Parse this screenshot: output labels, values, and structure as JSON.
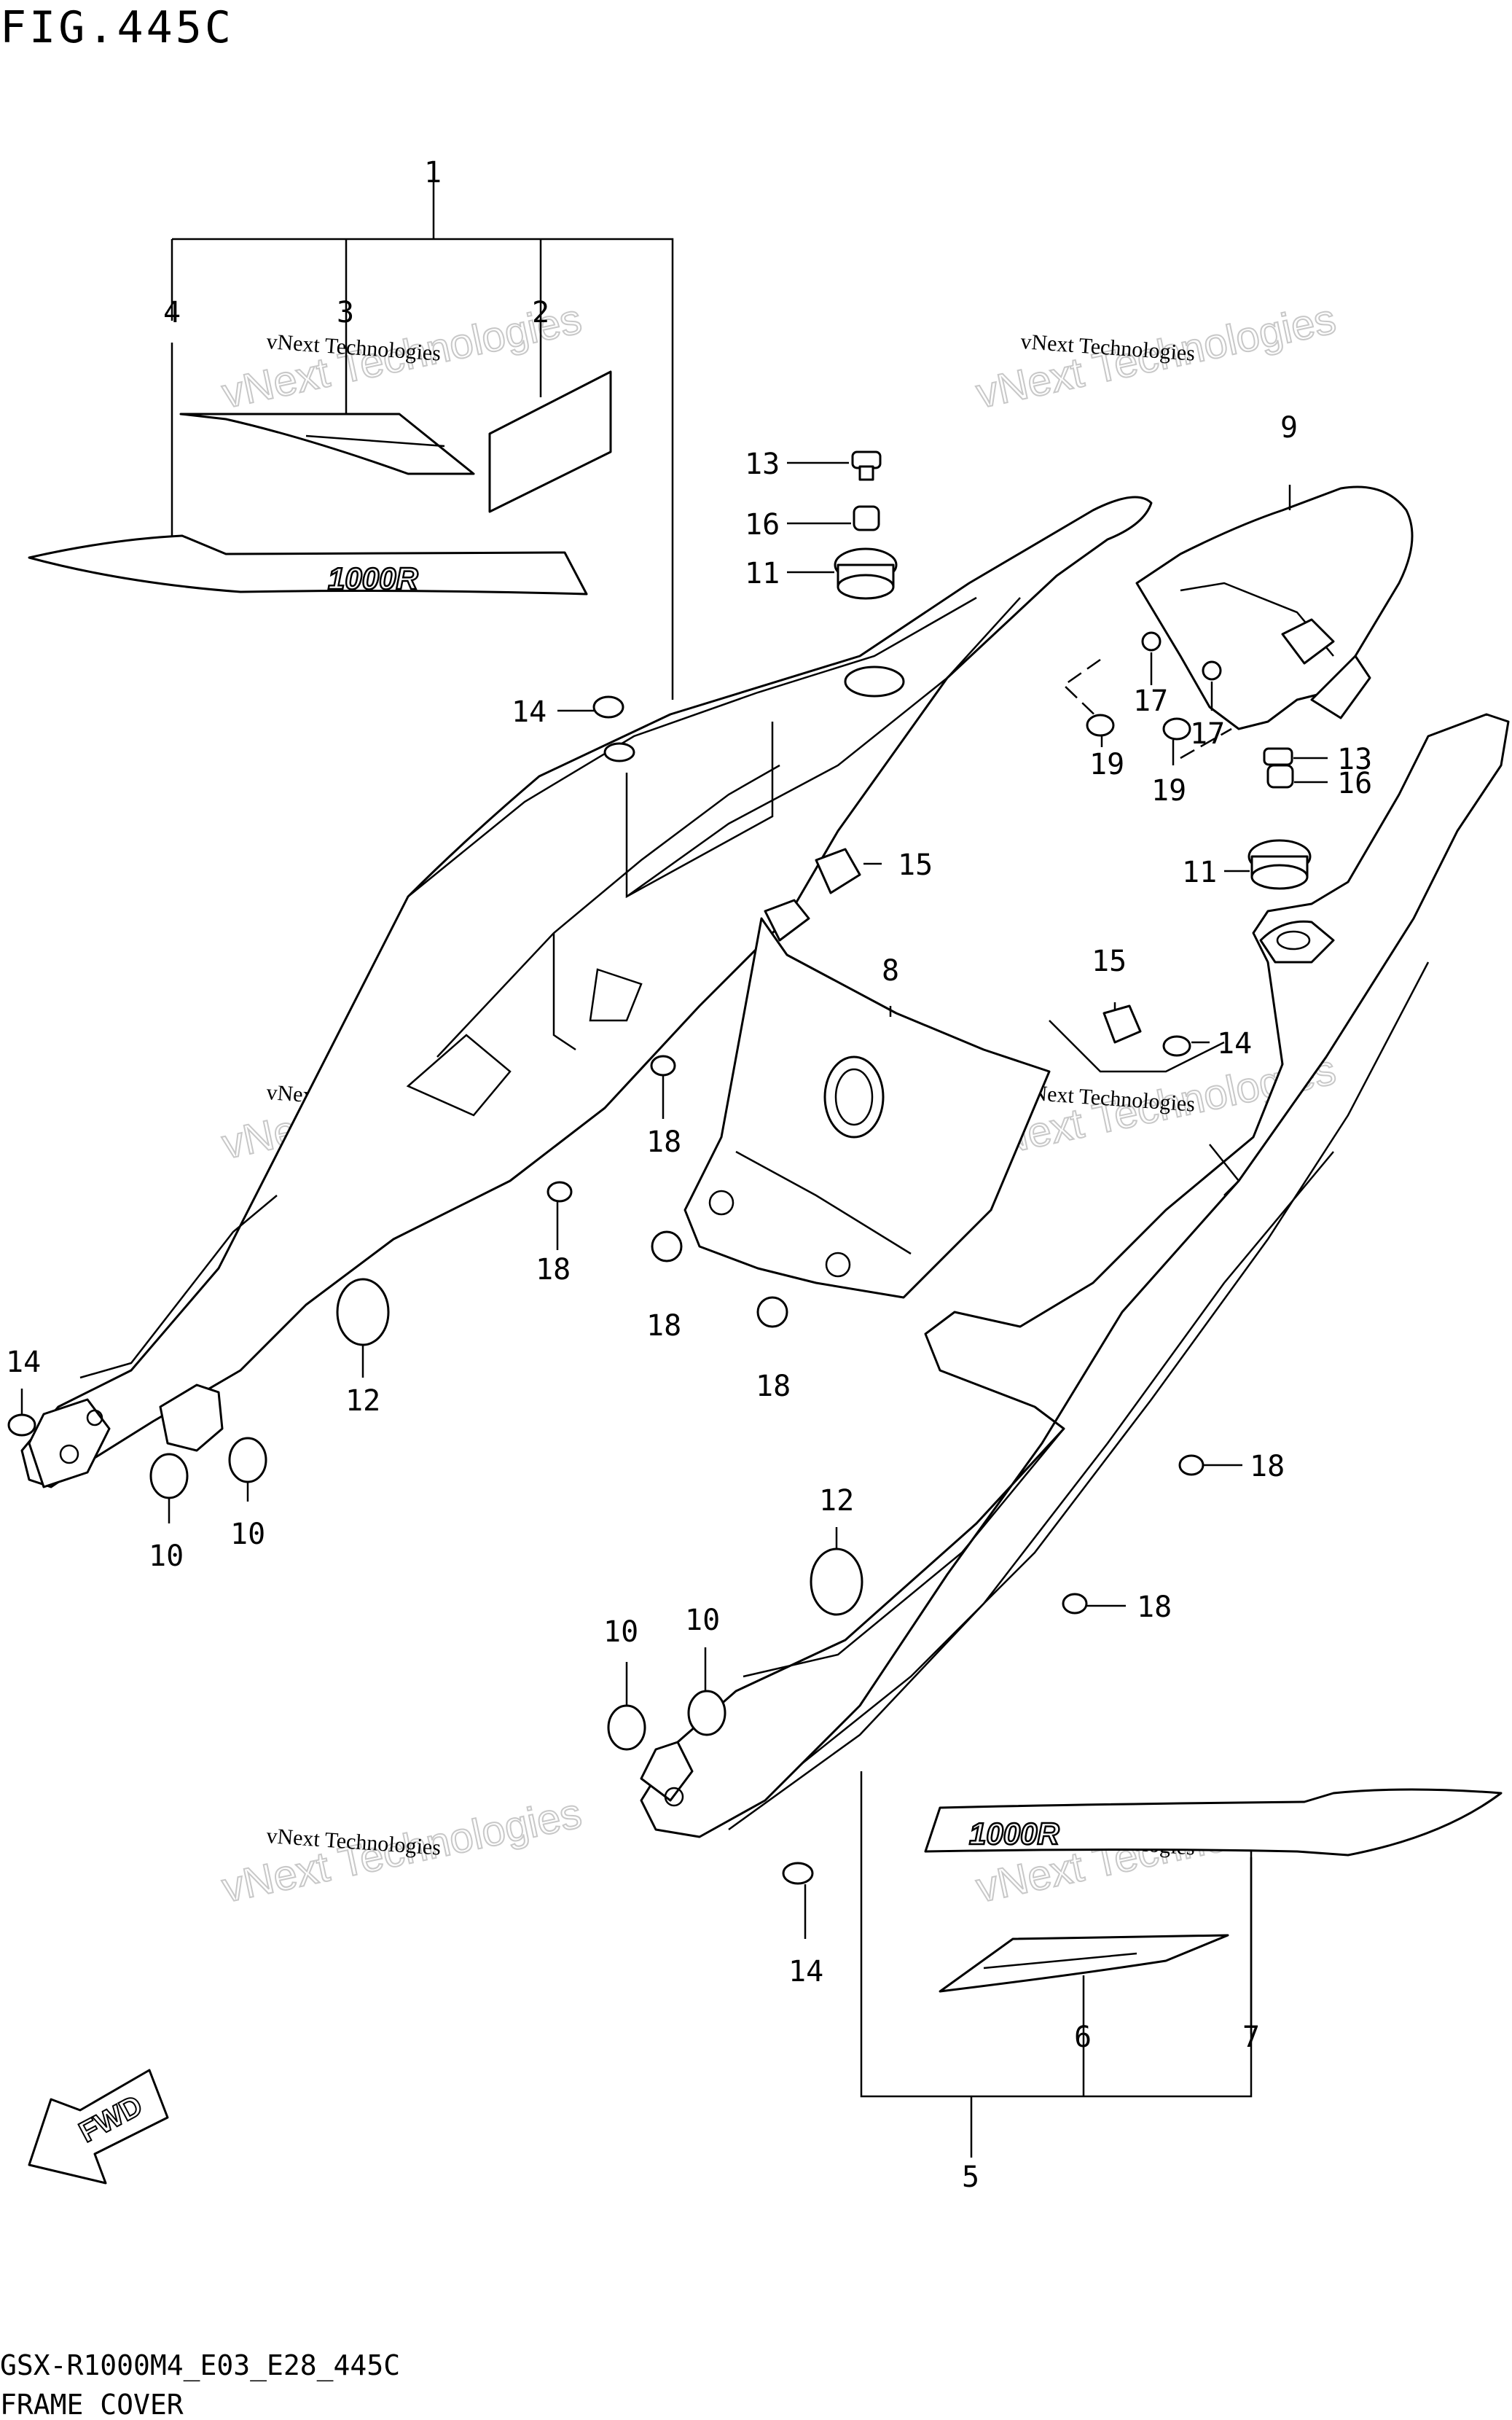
{
  "figure": {
    "title": "FIG.445C",
    "model_code": "GSX-R1000M4_E03_E28_445C",
    "caption": "FRAME COVER"
  },
  "watermark": {
    "line1": "vNext Technologies",
    "line2": "vNext Technologies"
  },
  "decals": {
    "logo_text": "1000R",
    "fwd_text": "FWD"
  },
  "callouts": [
    {
      "id": "c1",
      "text": "1"
    },
    {
      "id": "c2",
      "text": "2"
    },
    {
      "id": "c3",
      "text": "3"
    },
    {
      "id": "c4",
      "text": "4"
    },
    {
      "id": "c5",
      "text": "5"
    },
    {
      "id": "c6",
      "text": "6"
    },
    {
      "id": "c7",
      "text": "7"
    },
    {
      "id": "c8",
      "text": "8"
    },
    {
      "id": "c9",
      "text": "9"
    },
    {
      "id": "c10a",
      "text": "10"
    },
    {
      "id": "c10b",
      "text": "10"
    },
    {
      "id": "c10c",
      "text": "10"
    },
    {
      "id": "c10d",
      "text": "10"
    },
    {
      "id": "c11a",
      "text": "11"
    },
    {
      "id": "c11b",
      "text": "11"
    },
    {
      "id": "c12a",
      "text": "12"
    },
    {
      "id": "c12b",
      "text": "12"
    },
    {
      "id": "c13a",
      "text": "13"
    },
    {
      "id": "c13b",
      "text": "13"
    },
    {
      "id": "c14a",
      "text": "14"
    },
    {
      "id": "c14b",
      "text": "14"
    },
    {
      "id": "c14c",
      "text": "14"
    },
    {
      "id": "c14d",
      "text": "14"
    },
    {
      "id": "c15a",
      "text": "15"
    },
    {
      "id": "c15b",
      "text": "15"
    },
    {
      "id": "c16a",
      "text": "16"
    },
    {
      "id": "c16b",
      "text": "16"
    },
    {
      "id": "c17a",
      "text": "17"
    },
    {
      "id": "c17b",
      "text": "17"
    },
    {
      "id": "c18a",
      "text": "18"
    },
    {
      "id": "c18b",
      "text": "18"
    },
    {
      "id": "c18c",
      "text": "18"
    },
    {
      "id": "c18d",
      "text": "18"
    },
    {
      "id": "c18e",
      "text": "18"
    },
    {
      "id": "c18f",
      "text": "18"
    },
    {
      "id": "c19a",
      "text": "19"
    },
    {
      "id": "c19b",
      "text": "19"
    }
  ]
}
